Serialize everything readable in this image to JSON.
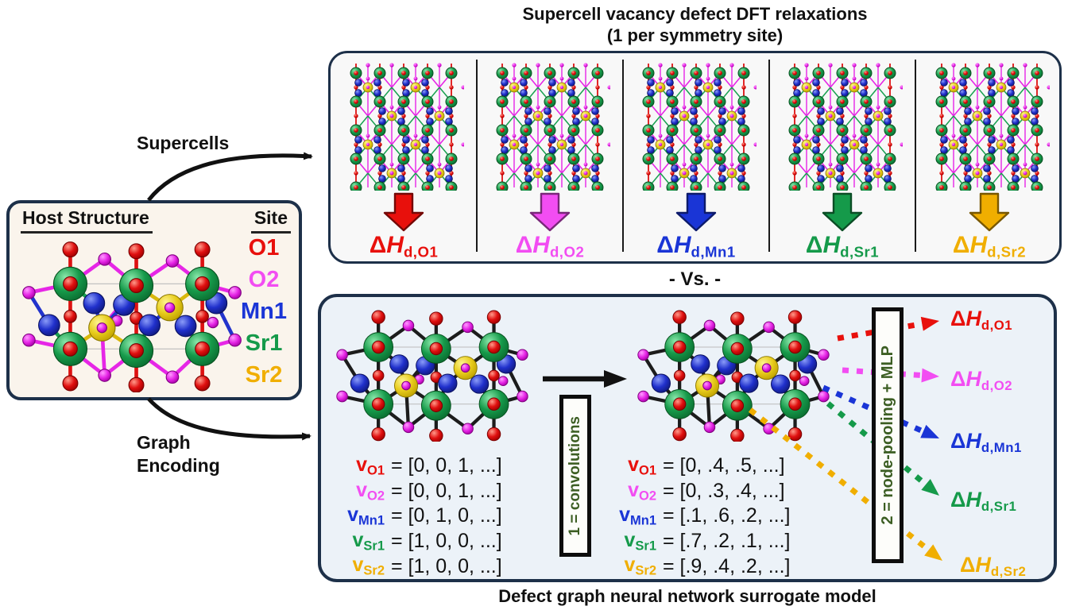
{
  "colors": {
    "o1": "#e8100c",
    "o2": "#f24df2",
    "mn1": "#1a35d6",
    "sr1": "#159a4a",
    "sr2": "#f0ae00",
    "navy": "#1d3049",
    "rot_box_text_green": "#3c5e23",
    "top_box_bg": "#f8f8f8",
    "bottom_box_bg": "#ecf2f8",
    "host_box_bg": "#faf4ec"
  },
  "symbols": {
    "delta": "Δ",
    "h": "H",
    "v": "v"
  },
  "top_section": {
    "title_line1": "Supercell vacancy defect DFT relaxations",
    "title_line2": "(1 per symmetry site)",
    "panels": [
      {
        "site": "O1",
        "dh_sub": "d,O1",
        "color_key": "o1"
      },
      {
        "site": "O2",
        "dh_sub": "d,O2",
        "color_key": "o2"
      },
      {
        "site": "Mn1",
        "dh_sub": "d,Mn1",
        "color_key": "mn1"
      },
      {
        "site": "Sr1",
        "dh_sub": "d,Sr1",
        "color_key": "sr1"
      },
      {
        "site": "Sr2",
        "dh_sub": "d,Sr2",
        "color_key": "sr2"
      }
    ]
  },
  "vs_label": "- Vs. -",
  "host_panel": {
    "title": "Host Structure",
    "site_header": "Site",
    "legend": [
      {
        "label": "O1",
        "color_key": "o1"
      },
      {
        "label": "O2",
        "color_key": "o2"
      },
      {
        "label": "Mn1",
        "color_key": "mn1"
      },
      {
        "label": "Sr1",
        "color_key": "sr1"
      },
      {
        "label": "Sr2",
        "color_key": "sr2"
      }
    ]
  },
  "flow_labels": {
    "supercells": "Supercells",
    "graph_line1": "Graph",
    "graph_line2": "Encoding"
  },
  "bottom_section": {
    "conv_box_label": "1 = convolutions",
    "pool_box_label": "2 = node-pooling + MLP",
    "caption": "Defect graph neural network surrogate model",
    "vectors_initial": [
      {
        "site": "O1",
        "value": "= [0, 0, 1, ...]"
      },
      {
        "site": "O2",
        "value": "= [0, 0, 1, ...]"
      },
      {
        "site": "Mn1",
        "value": "= [0, 1, 0, ...]"
      },
      {
        "site": "Sr1",
        "value": "= [1, 0, 0, ...]"
      },
      {
        "site": "Sr2",
        "value": "= [1, 0, 0, ...]"
      }
    ],
    "vectors_final": [
      {
        "site": "O1",
        "value": "= [0, .4, .5, ...]"
      },
      {
        "site": "O2",
        "value": "= [0, .3, .4, ...]"
      },
      {
        "site": "Mn1",
        "value": "= [.1, .6, .2, ...]"
      },
      {
        "site": "Sr1",
        "value": "= [.7, .2, .1, ...]"
      },
      {
        "site": "Sr2",
        "value": "= [.9, .4, .2, ...]"
      }
    ],
    "outputs": [
      {
        "dh_sub": "d,O1",
        "color_key": "o1"
      },
      {
        "dh_sub": "d,O2",
        "color_key": "o2"
      },
      {
        "dh_sub": "d,Mn1",
        "color_key": "mn1"
      },
      {
        "dh_sub": "d,Sr1",
        "color_key": "sr1"
      },
      {
        "dh_sub": "d,Sr2",
        "color_key": "sr2"
      }
    ]
  }
}
